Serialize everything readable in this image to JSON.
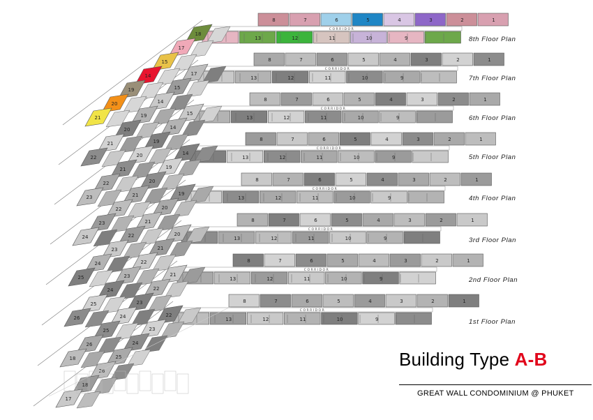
{
  "building_title_prefix": "Building Type ",
  "building_title_suffix": "A-B",
  "subtitle": "GREAT WALL CONDOMINIUM @ PHUKET",
  "corridor_label": "CORRIDOR",
  "floors": [
    {
      "id": "8",
      "label": "8th Floor Plan",
      "colored": true
    },
    {
      "id": "7",
      "label": "7th Floor Plan",
      "colored": false
    },
    {
      "id": "6",
      "label": "6th Floor Plan",
      "colored": false
    },
    {
      "id": "5",
      "label": "5th Floor Plan",
      "colored": false
    },
    {
      "id": "4",
      "label": "4th Floor Plan",
      "colored": false
    },
    {
      "id": "3",
      "label": "3rd Floor Plan",
      "colored": false
    },
    {
      "id": "2",
      "label": "2nd Floor Plan",
      "colored": false
    },
    {
      "id": "1",
      "label": "1st Floor Plan",
      "colored": false
    }
  ],
  "top_row_units": [
    "8",
    "7",
    "6",
    "5",
    "4",
    "3",
    "2",
    "1"
  ],
  "bottom_row_units": [
    "13",
    "12",
    "11",
    "10",
    "9"
  ],
  "left_wing_units": [
    "18",
    "17",
    "15",
    "14",
    "19",
    "20",
    "21",
    "22",
    "23",
    "24",
    "25",
    "26"
  ],
  "colors": {
    "unit_colors_8th": [
      "#cc8f99",
      "#d8a0b0",
      "#9fd0ea",
      "#1f86c5",
      "#d9c6e4",
      "#8e67c8"
    ],
    "lower_row_8th": [
      "#e6b6c2",
      "#6da84a",
      "#3cb43c",
      "#d6c4bf",
      "#c7b3d8"
    ],
    "left_wing_8th": [
      "#6d8c3c",
      "#f0a9b8",
      "#e9c248",
      "#e8152f",
      "#9a8f78",
      "#f39018",
      "#f1e447"
    ],
    "title_accent": "#e1061b"
  }
}
